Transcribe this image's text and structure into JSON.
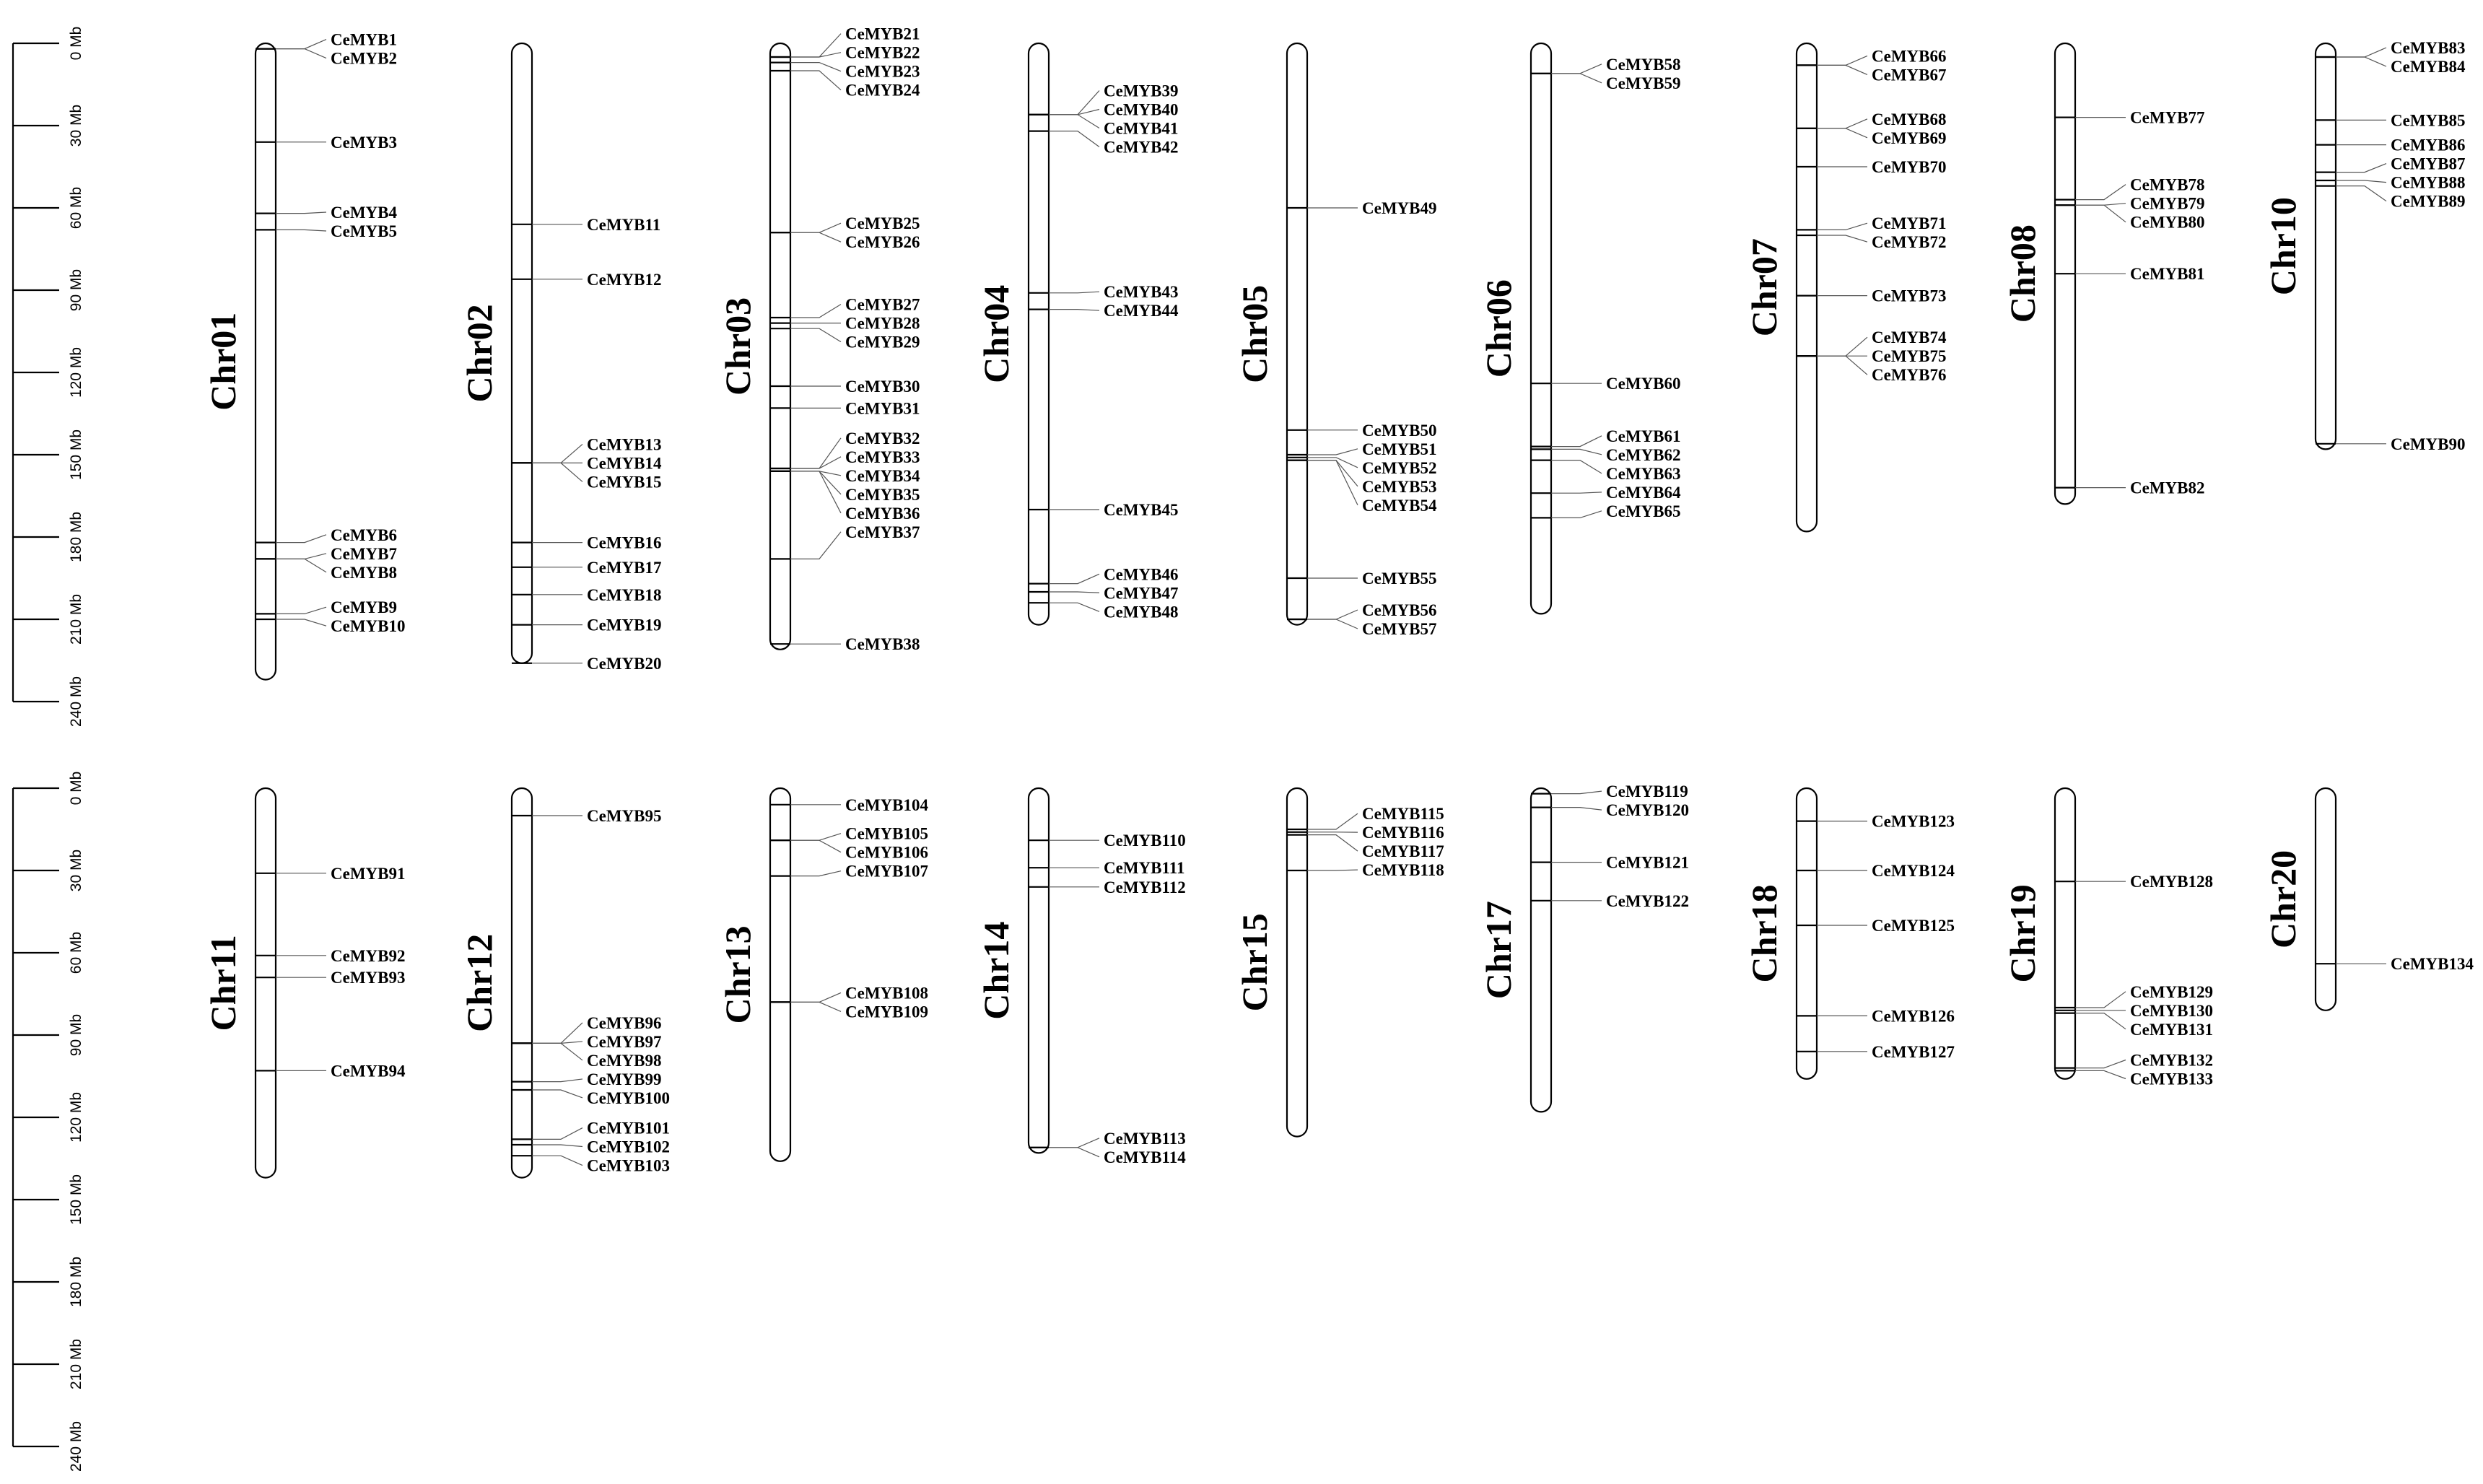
{
  "scale": {
    "unit": "Mb",
    "ticks": [
      0,
      30,
      60,
      90,
      120,
      150,
      180,
      210,
      240
    ]
  },
  "chromosomes": [
    {
      "name": "Chr01",
      "length": 232,
      "genes": [
        {
          "name": "CeMYB1",
          "pos": 2
        },
        {
          "name": "CeMYB2",
          "pos": 2
        },
        {
          "name": "CeMYB3",
          "pos": 36
        },
        {
          "name": "CeMYB4",
          "pos": 62
        },
        {
          "name": "CeMYB5",
          "pos": 68
        },
        {
          "name": "CeMYB6",
          "pos": 182
        },
        {
          "name": "CeMYB7",
          "pos": 188
        },
        {
          "name": "CeMYB8",
          "pos": 188
        },
        {
          "name": "CeMYB9",
          "pos": 208
        },
        {
          "name": "CeMYB10",
          "pos": 210
        }
      ]
    },
    {
      "name": "Chr02",
      "length": 226,
      "genes": [
        {
          "name": "CeMYB11",
          "pos": 66
        },
        {
          "name": "CeMYB12",
          "pos": 86
        },
        {
          "name": "CeMYB13",
          "pos": 153
        },
        {
          "name": "CeMYB14",
          "pos": 153
        },
        {
          "name": "CeMYB15",
          "pos": 153
        },
        {
          "name": "CeMYB16",
          "pos": 182
        },
        {
          "name": "CeMYB17",
          "pos": 191
        },
        {
          "name": "CeMYB18",
          "pos": 201
        },
        {
          "name": "CeMYB19",
          "pos": 212
        },
        {
          "name": "CeMYB20",
          "pos": 226
        }
      ]
    },
    {
      "name": "Chr03",
      "length": 221,
      "genes": [
        {
          "name": "CeMYB21",
          "pos": 5
        },
        {
          "name": "CeMYB22",
          "pos": 5
        },
        {
          "name": "CeMYB23",
          "pos": 7
        },
        {
          "name": "CeMYB24",
          "pos": 10
        },
        {
          "name": "CeMYB25",
          "pos": 69
        },
        {
          "name": "CeMYB26",
          "pos": 69
        },
        {
          "name": "CeMYB27",
          "pos": 100
        },
        {
          "name": "CeMYB28",
          "pos": 102
        },
        {
          "name": "CeMYB29",
          "pos": 104
        },
        {
          "name": "CeMYB30",
          "pos": 125
        },
        {
          "name": "CeMYB31",
          "pos": 133
        },
        {
          "name": "CeMYB32",
          "pos": 155
        },
        {
          "name": "CeMYB33",
          "pos": 155
        },
        {
          "name": "CeMYB34",
          "pos": 156
        },
        {
          "name": "CeMYB35",
          "pos": 156
        },
        {
          "name": "CeMYB36",
          "pos": 156
        },
        {
          "name": "CeMYB37",
          "pos": 188
        },
        {
          "name": "CeMYB38",
          "pos": 219
        }
      ]
    },
    {
      "name": "Chr04",
      "length": 212,
      "genes": [
        {
          "name": "CeMYB39",
          "pos": 26
        },
        {
          "name": "CeMYB40",
          "pos": 26
        },
        {
          "name": "CeMYB41",
          "pos": 26
        },
        {
          "name": "CeMYB42",
          "pos": 32
        },
        {
          "name": "CeMYB43",
          "pos": 91
        },
        {
          "name": "CeMYB44",
          "pos": 97
        },
        {
          "name": "CeMYB45",
          "pos": 170
        },
        {
          "name": "CeMYB46",
          "pos": 197
        },
        {
          "name": "CeMYB47",
          "pos": 200
        },
        {
          "name": "CeMYB48",
          "pos": 204
        }
      ]
    },
    {
      "name": "Chr05",
      "length": 212,
      "genes": [
        {
          "name": "CeMYB49",
          "pos": 60
        },
        {
          "name": "CeMYB50",
          "pos": 141
        },
        {
          "name": "CeMYB51",
          "pos": 150
        },
        {
          "name": "CeMYB52",
          "pos": 151
        },
        {
          "name": "CeMYB53",
          "pos": 152
        },
        {
          "name": "CeMYB54",
          "pos": 152
        },
        {
          "name": "CeMYB55",
          "pos": 195
        },
        {
          "name": "CeMYB56",
          "pos": 210
        },
        {
          "name": "CeMYB57",
          "pos": 210
        }
      ]
    },
    {
      "name": "Chr06",
      "length": 208,
      "genes": [
        {
          "name": "CeMYB58",
          "pos": 11
        },
        {
          "name": "CeMYB59",
          "pos": 11
        },
        {
          "name": "CeMYB60",
          "pos": 124
        },
        {
          "name": "CeMYB61",
          "pos": 147
        },
        {
          "name": "CeMYB62",
          "pos": 148
        },
        {
          "name": "CeMYB63",
          "pos": 152
        },
        {
          "name": "CeMYB64",
          "pos": 164
        },
        {
          "name": "CeMYB65",
          "pos": 173
        }
      ]
    },
    {
      "name": "Chr07",
      "length": 178,
      "genes": [
        {
          "name": "CeMYB66",
          "pos": 8
        },
        {
          "name": "CeMYB67",
          "pos": 8
        },
        {
          "name": "CeMYB68",
          "pos": 31
        },
        {
          "name": "CeMYB69",
          "pos": 31
        },
        {
          "name": "CeMYB70",
          "pos": 45
        },
        {
          "name": "CeMYB71",
          "pos": 68
        },
        {
          "name": "CeMYB72",
          "pos": 70
        },
        {
          "name": "CeMYB73",
          "pos": 92
        },
        {
          "name": "CeMYB74",
          "pos": 114
        },
        {
          "name": "CeMYB75",
          "pos": 114
        },
        {
          "name": "CeMYB76",
          "pos": 114
        }
      ]
    },
    {
      "name": "Chr08",
      "length": 168,
      "genes": [
        {
          "name": "CeMYB77",
          "pos": 27
        },
        {
          "name": "CeMYB78",
          "pos": 57
        },
        {
          "name": "CeMYB79",
          "pos": 59
        },
        {
          "name": "CeMYB80",
          "pos": 59
        },
        {
          "name": "CeMYB81",
          "pos": 84
        },
        {
          "name": "CeMYB82",
          "pos": 162
        }
      ]
    },
    {
      "name": "Chr10",
      "length": 148,
      "genes": [
        {
          "name": "CeMYB83",
          "pos": 5
        },
        {
          "name": "CeMYB84",
          "pos": 5
        },
        {
          "name": "CeMYB85",
          "pos": 28
        },
        {
          "name": "CeMYB86",
          "pos": 37
        },
        {
          "name": "CeMYB87",
          "pos": 47
        },
        {
          "name": "CeMYB88",
          "pos": 50
        },
        {
          "name": "CeMYB89",
          "pos": 52
        },
        {
          "name": "CeMYB90",
          "pos": 146
        }
      ]
    },
    {
      "name": "Chr11",
      "length": 142,
      "genes": [
        {
          "name": "CeMYB91",
          "pos": 31
        },
        {
          "name": "CeMYB92",
          "pos": 61
        },
        {
          "name": "CeMYB93",
          "pos": 69
        },
        {
          "name": "CeMYB94",
          "pos": 103
        }
      ]
    },
    {
      "name": "Chr12",
      "length": 142,
      "genes": [
        {
          "name": "CeMYB95",
          "pos": 10
        },
        {
          "name": "CeMYB96",
          "pos": 93
        },
        {
          "name": "CeMYB97",
          "pos": 93
        },
        {
          "name": "CeMYB98",
          "pos": 93
        },
        {
          "name": "CeMYB99",
          "pos": 107
        },
        {
          "name": "CeMYB100",
          "pos": 110
        },
        {
          "name": "CeMYB101",
          "pos": 128
        },
        {
          "name": "CeMYB102",
          "pos": 130
        },
        {
          "name": "CeMYB103",
          "pos": 134
        }
      ]
    },
    {
      "name": "Chr13",
      "length": 136,
      "genes": [
        {
          "name": "CeMYB104",
          "pos": 6
        },
        {
          "name": "CeMYB105",
          "pos": 19
        },
        {
          "name": "CeMYB106",
          "pos": 19
        },
        {
          "name": "CeMYB107",
          "pos": 32
        },
        {
          "name": "CeMYB108",
          "pos": 78
        },
        {
          "name": "CeMYB109",
          "pos": 78
        }
      ]
    },
    {
      "name": "Chr14",
      "length": 133,
      "genes": [
        {
          "name": "CeMYB110",
          "pos": 19
        },
        {
          "name": "CeMYB111",
          "pos": 29
        },
        {
          "name": "CeMYB112",
          "pos": 36
        },
        {
          "name": "CeMYB113",
          "pos": 131
        },
        {
          "name": "CeMYB114",
          "pos": 131
        }
      ]
    },
    {
      "name": "Chr15",
      "length": 127,
      "genes": [
        {
          "name": "CeMYB115",
          "pos": 15
        },
        {
          "name": "CeMYB116",
          "pos": 16
        },
        {
          "name": "CeMYB117",
          "pos": 17
        },
        {
          "name": "CeMYB118",
          "pos": 30
        }
      ]
    },
    {
      "name": "Chr17",
      "length": 118,
      "genes": [
        {
          "name": "CeMYB119",
          "pos": 2
        },
        {
          "name": "CeMYB120",
          "pos": 7
        },
        {
          "name": "CeMYB121",
          "pos": 27
        },
        {
          "name": "CeMYB122",
          "pos": 41
        }
      ]
    },
    {
      "name": "Chr18",
      "length": 106,
      "genes": [
        {
          "name": "CeMYB123",
          "pos": 12
        },
        {
          "name": "CeMYB124",
          "pos": 30
        },
        {
          "name": "CeMYB125",
          "pos": 50
        },
        {
          "name": "CeMYB126",
          "pos": 83
        },
        {
          "name": "CeMYB127",
          "pos": 96
        }
      ]
    },
    {
      "name": "Chr19",
      "length": 106,
      "genes": [
        {
          "name": "CeMYB128",
          "pos": 34
        },
        {
          "name": "CeMYB129",
          "pos": 80
        },
        {
          "name": "CeMYB130",
          "pos": 81
        },
        {
          "name": "CeMYB131",
          "pos": 82
        },
        {
          "name": "CeMYB132",
          "pos": 102
        },
        {
          "name": "CeMYB133",
          "pos": 103
        }
      ]
    },
    {
      "name": "Chr20",
      "length": 81,
      "genes": [
        {
          "name": "CeMYB134",
          "pos": 64
        }
      ]
    }
  ]
}
